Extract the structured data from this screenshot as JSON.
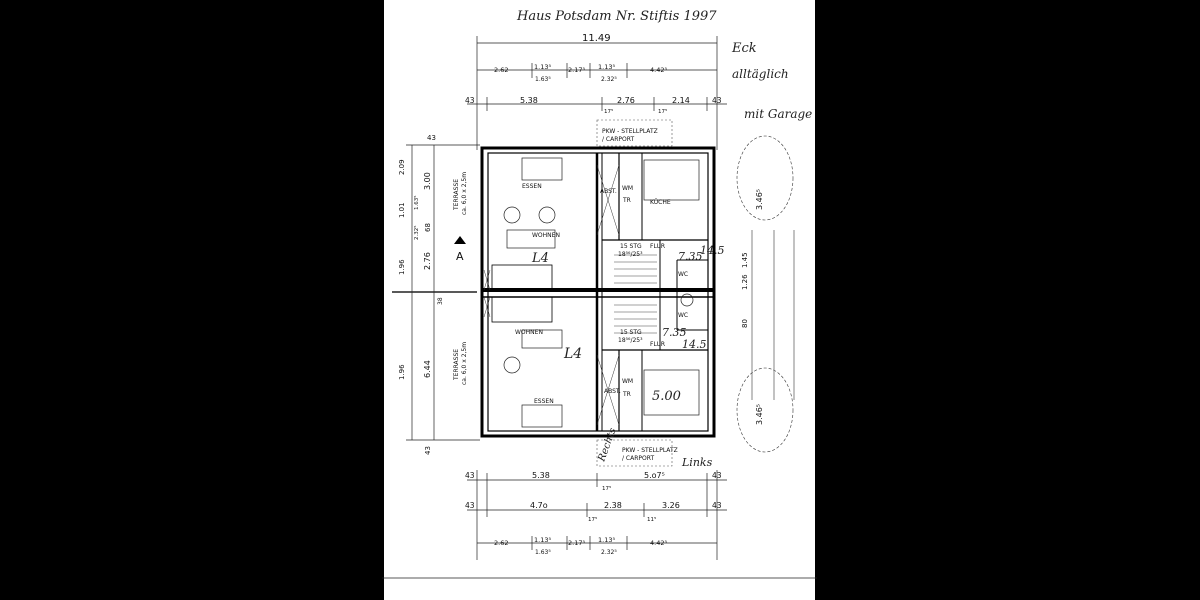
{
  "handwriting": {
    "top_note": "Haus Potsdam Nr. Stiftis 1997",
    "right_note_1": "Eck",
    "right_note_2": "alltäglich",
    "right_note_3": "mit Garage",
    "middle_1": "7.35",
    "middle_2": "14.5",
    "middle_3": "7.35",
    "middle_4": "14.5",
    "bottom_1": "Rechts",
    "bottom_2": "Links",
    "left_tag": "L4",
    "right_tag": "L4",
    "price": "5.00"
  },
  "dims": {
    "total_width": "11.49",
    "top_row1": [
      "2.62",
      "1.13⁵",
      "2.17⁵",
      "1.13⁵",
      "4.42⁵"
    ],
    "top_row1_sub": [
      "1.63⁵",
      "2.32⁵"
    ],
    "top_row2": [
      "43",
      "5.38",
      "2.76",
      "2.14",
      "43"
    ],
    "top_row2_sub": [
      "17⁵",
      "17⁵"
    ],
    "bottom_row1": [
      "43",
      "5.38",
      "5.o7⁵",
      "43"
    ],
    "bottom_row1_sub": [
      "17⁵"
    ],
    "bottom_row2": [
      "43",
      "4.7o",
      "2.38",
      "3.26",
      "43"
    ],
    "bottom_row2_sub": [
      "17⁵",
      "11⁵"
    ],
    "bottom_row3": [
      "2.62",
      "1.13⁵",
      "2.17⁵",
      "1.13⁵",
      "4.42⁵"
    ],
    "bottom_row3_sub": [
      "1.63⁵",
      "2.32⁵"
    ],
    "left_col": [
      "43",
      "2.09",
      "3.00",
      "1.01",
      "68",
      "2.76",
      "1.96",
      "38",
      "6.44",
      "1.96",
      "43"
    ],
    "left_col_sub": [
      "1.63⁵",
      "2.32⁵"
    ],
    "right_col": [
      "1.45",
      "1.26",
      "80",
      "3.46⁵",
      "3.46⁵"
    ]
  },
  "rooms": {
    "essen_top": "ESSEN",
    "wohnen_top": "WOHNEN",
    "kuche_top": "KÜCHE",
    "abst_top": "ABST.",
    "wm": "WM",
    "tr": "TR",
    "flur_top": "FLUR",
    "stg_top": "15 STG",
    "stg_top_sub": "18⁵⁶/25³",
    "wc": "WC",
    "wohnen_bottom": "WOHNEN",
    "essen_bottom": "ESSEN",
    "abst_bottom": "ABST.",
    "flur_bottom": "FLUR",
    "stg_bottom": "15 STG",
    "stg_bottom_sub": "18⁵⁶/25³",
    "terrasse": "TERRASSE",
    "terrasse_sub": "ca. 6,0 x 2,5m",
    "carport_top": "PKW - STELLPLATZ",
    "carport_top_2": "/ CARPORT",
    "carport_bottom": "PKW - STELLPLATZ",
    "carport_bottom_2": "/ CARPORT",
    "section": "A"
  }
}
